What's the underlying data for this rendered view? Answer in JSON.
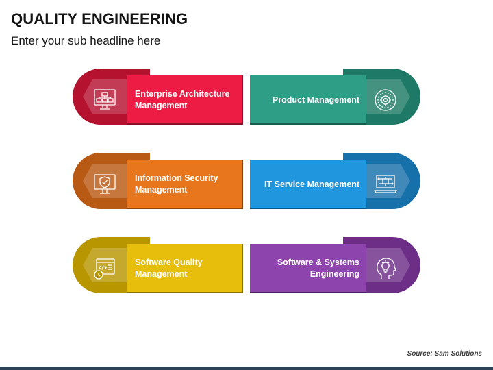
{
  "header": {
    "title": "QUALITY ENGINEERING",
    "subtitle": "Enter your sub headline here"
  },
  "cards": [
    {
      "label": "Enterprise Architecture Management",
      "icon": "sitemap-monitor-icon",
      "color": "#ED1C45",
      "dark": "#B51230"
    },
    {
      "label": "Product Management",
      "icon": "gear-cycle-icon",
      "color": "#2E9E86",
      "dark": "#1E7A66"
    },
    {
      "label": "Information Security Management",
      "icon": "shield-monitor-icon",
      "color": "#E8761D",
      "dark": "#B95A14"
    },
    {
      "label": "IT Service Management",
      "icon": "laptop-circuit-icon",
      "color": "#1F96DD",
      "dark": "#1670AA"
    },
    {
      "label": "Software Quality Management",
      "icon": "code-window-icon",
      "color": "#E6BE0B",
      "dark": "#B89600"
    },
    {
      "label": "Software & Systems Engineering",
      "icon": "head-lightbulb-icon",
      "color": "#8E44AD",
      "dark": "#6C2E87"
    }
  ],
  "footer": {
    "source": "Source: Sam Solutions"
  }
}
